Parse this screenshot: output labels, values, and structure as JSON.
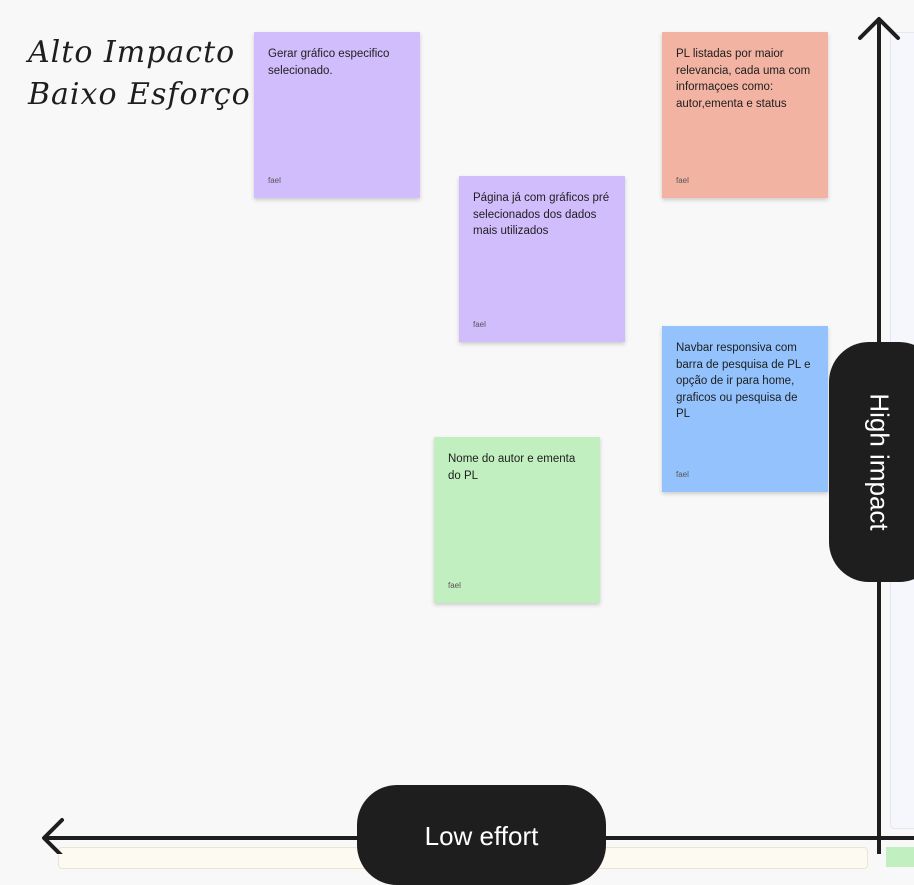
{
  "quadrant_title": {
    "line1": "Alto Impacto",
    "line2": "Baixo Esforço"
  },
  "axes": {
    "vertical_label": "High impact",
    "horizontal_label": "Low effort",
    "color": "#1e1e1e"
  },
  "notes": [
    {
      "text": "Gerar gráfico especifico selecionado.",
      "author": "fael",
      "color": "#d1bcfc"
    },
    {
      "text": "Página já com gráficos pré selecionados dos dados mais utilizados",
      "author": "fael",
      "color": "#d1bcfc"
    },
    {
      "text": "PL listadas por maior relevancia, cada uma com informaçoes como: autor,ementa e status",
      "author": "fael",
      "color": "#f2b3a2"
    },
    {
      "text": "Navbar responsiva com barra de pesquisa de PL e opção de ir para home, graficos ou pesquisa de PL",
      "author": "fael",
      "color": "#93c2fd"
    },
    {
      "text": "Nome do autor e ementa do PL",
      "author": "fael",
      "color": "#c2efc0"
    }
  ]
}
